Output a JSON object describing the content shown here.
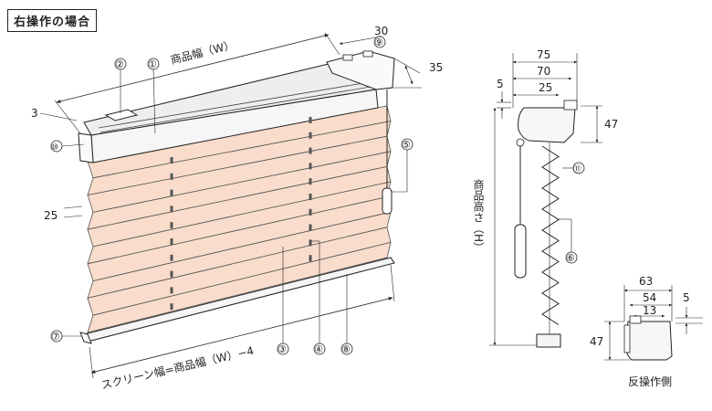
{
  "header": {
    "title": "右操作の場合"
  },
  "dims": {
    "product_width": "商品幅（W）",
    "screen_width": "スクリーン幅=商品幅（W）−4",
    "d3": "3",
    "d25_left": "25",
    "d30": "30",
    "d35": "35",
    "d75": "75",
    "d70": "70",
    "d25_side": "25",
    "d5_side": "5",
    "d47_side": "47",
    "height_label": "商品高さ（H）",
    "d63": "63",
    "d54": "54",
    "d13": "13",
    "d5_small": "5",
    "d47_small": "47"
  },
  "callouts": [
    "①",
    "②",
    "③",
    "④",
    "⑤",
    "⑥",
    "⑦",
    "⑧",
    "⑨",
    "⑩",
    "⑪"
  ],
  "small_view": {
    "caption": "反操作側"
  },
  "colors": {
    "fabric": "#f9dccb",
    "fabric_stroke": "#555555",
    "rail": "#f2f2f2",
    "line": "#222222"
  }
}
